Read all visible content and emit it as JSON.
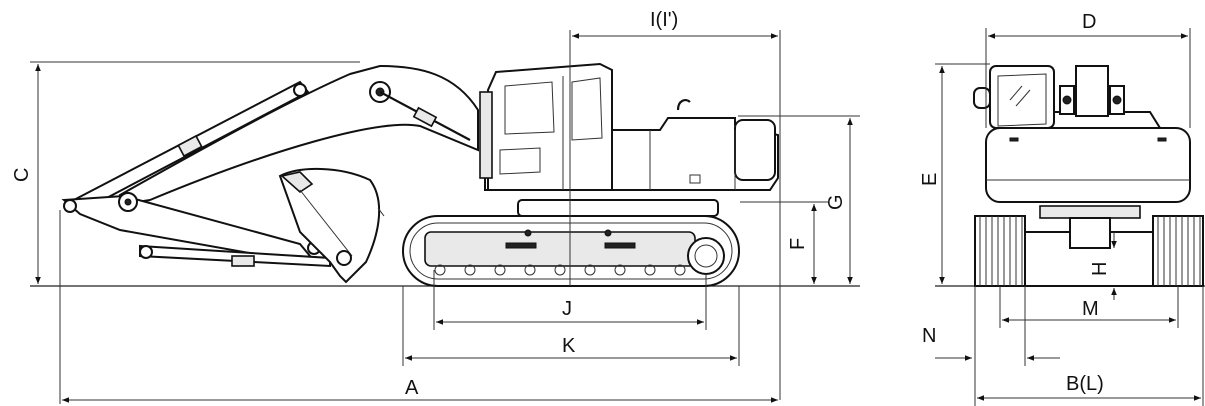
{
  "side_view": {
    "labels": {
      "A": "A",
      "C": "C",
      "F": "F",
      "G": "G",
      "I": "I(I')",
      "J": "J",
      "K": "K"
    }
  },
  "front_view": {
    "labels": {
      "B": "B(L)",
      "D": "D",
      "E": "E",
      "H": "H",
      "M": "M",
      "N": "N"
    }
  }
}
